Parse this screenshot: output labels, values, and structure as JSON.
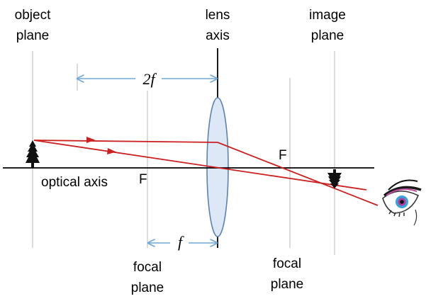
{
  "labels": {
    "object_plane": [
      "object",
      "plane"
    ],
    "lens_axis": [
      "lens",
      "axis"
    ],
    "image_plane": [
      "image",
      "plane"
    ],
    "optical_axis": "optical axis",
    "focal_plane_left": [
      "focal",
      "plane"
    ],
    "focal_plane_right": [
      "focal",
      "plane"
    ],
    "focus_left": "F",
    "focus_right": "F",
    "two_f": "2f",
    "f": "f"
  },
  "colors": {
    "ray": "#cc1f1f",
    "lens_fill": "#dce8f5",
    "lens_stroke": "#5b82b0",
    "dimension": "#6fa8d8",
    "guide": "#c8c8c8",
    "axis": "#000000"
  },
  "icons": {
    "object": "tree-icon",
    "image": "inverted-tree-icon",
    "observer": "eye-icon"
  }
}
